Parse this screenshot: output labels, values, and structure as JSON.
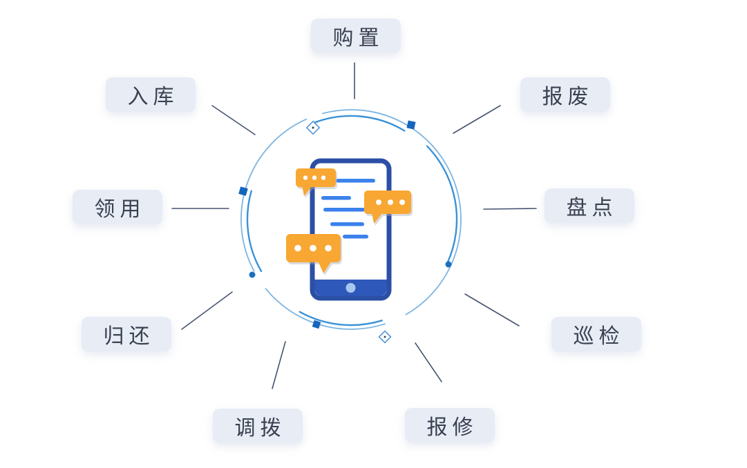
{
  "diagram": {
    "center": {
      "icon": "smartphone-chat-icon",
      "description": "smartphone with chat message bubbles inside decorative blue ring"
    },
    "nodes": [
      {
        "id": "purchase",
        "label": "购置",
        "position": "top"
      },
      {
        "id": "inbound",
        "label": "入库",
        "position": "top-left"
      },
      {
        "id": "scrap",
        "label": "报废",
        "position": "top-right"
      },
      {
        "id": "requisition",
        "label": "领用",
        "position": "left"
      },
      {
        "id": "stocktaking",
        "label": "盘点",
        "position": "right"
      },
      {
        "id": "return",
        "label": "归还",
        "position": "lower-left"
      },
      {
        "id": "inspection",
        "label": "巡检",
        "position": "lower-right"
      },
      {
        "id": "transfer",
        "label": "调拨",
        "position": "bottom-left"
      },
      {
        "id": "repair",
        "label": "报修",
        "position": "bottom"
      }
    ],
    "colors": {
      "pill_bg": "#e7ecf5",
      "pill_text": "#3a4150",
      "connector_line": "#45536f",
      "ring_light_blue": "#7cb4e1",
      "ring_bright_blue": "#3a92d7",
      "marker_dark_blue": "#1565bd",
      "bubble_orange": "#f8a733",
      "phone_blue": "#2b4fa5",
      "screen_line_blue": "#3b82ec",
      "home_button_blue": "#a6c8ef"
    }
  }
}
